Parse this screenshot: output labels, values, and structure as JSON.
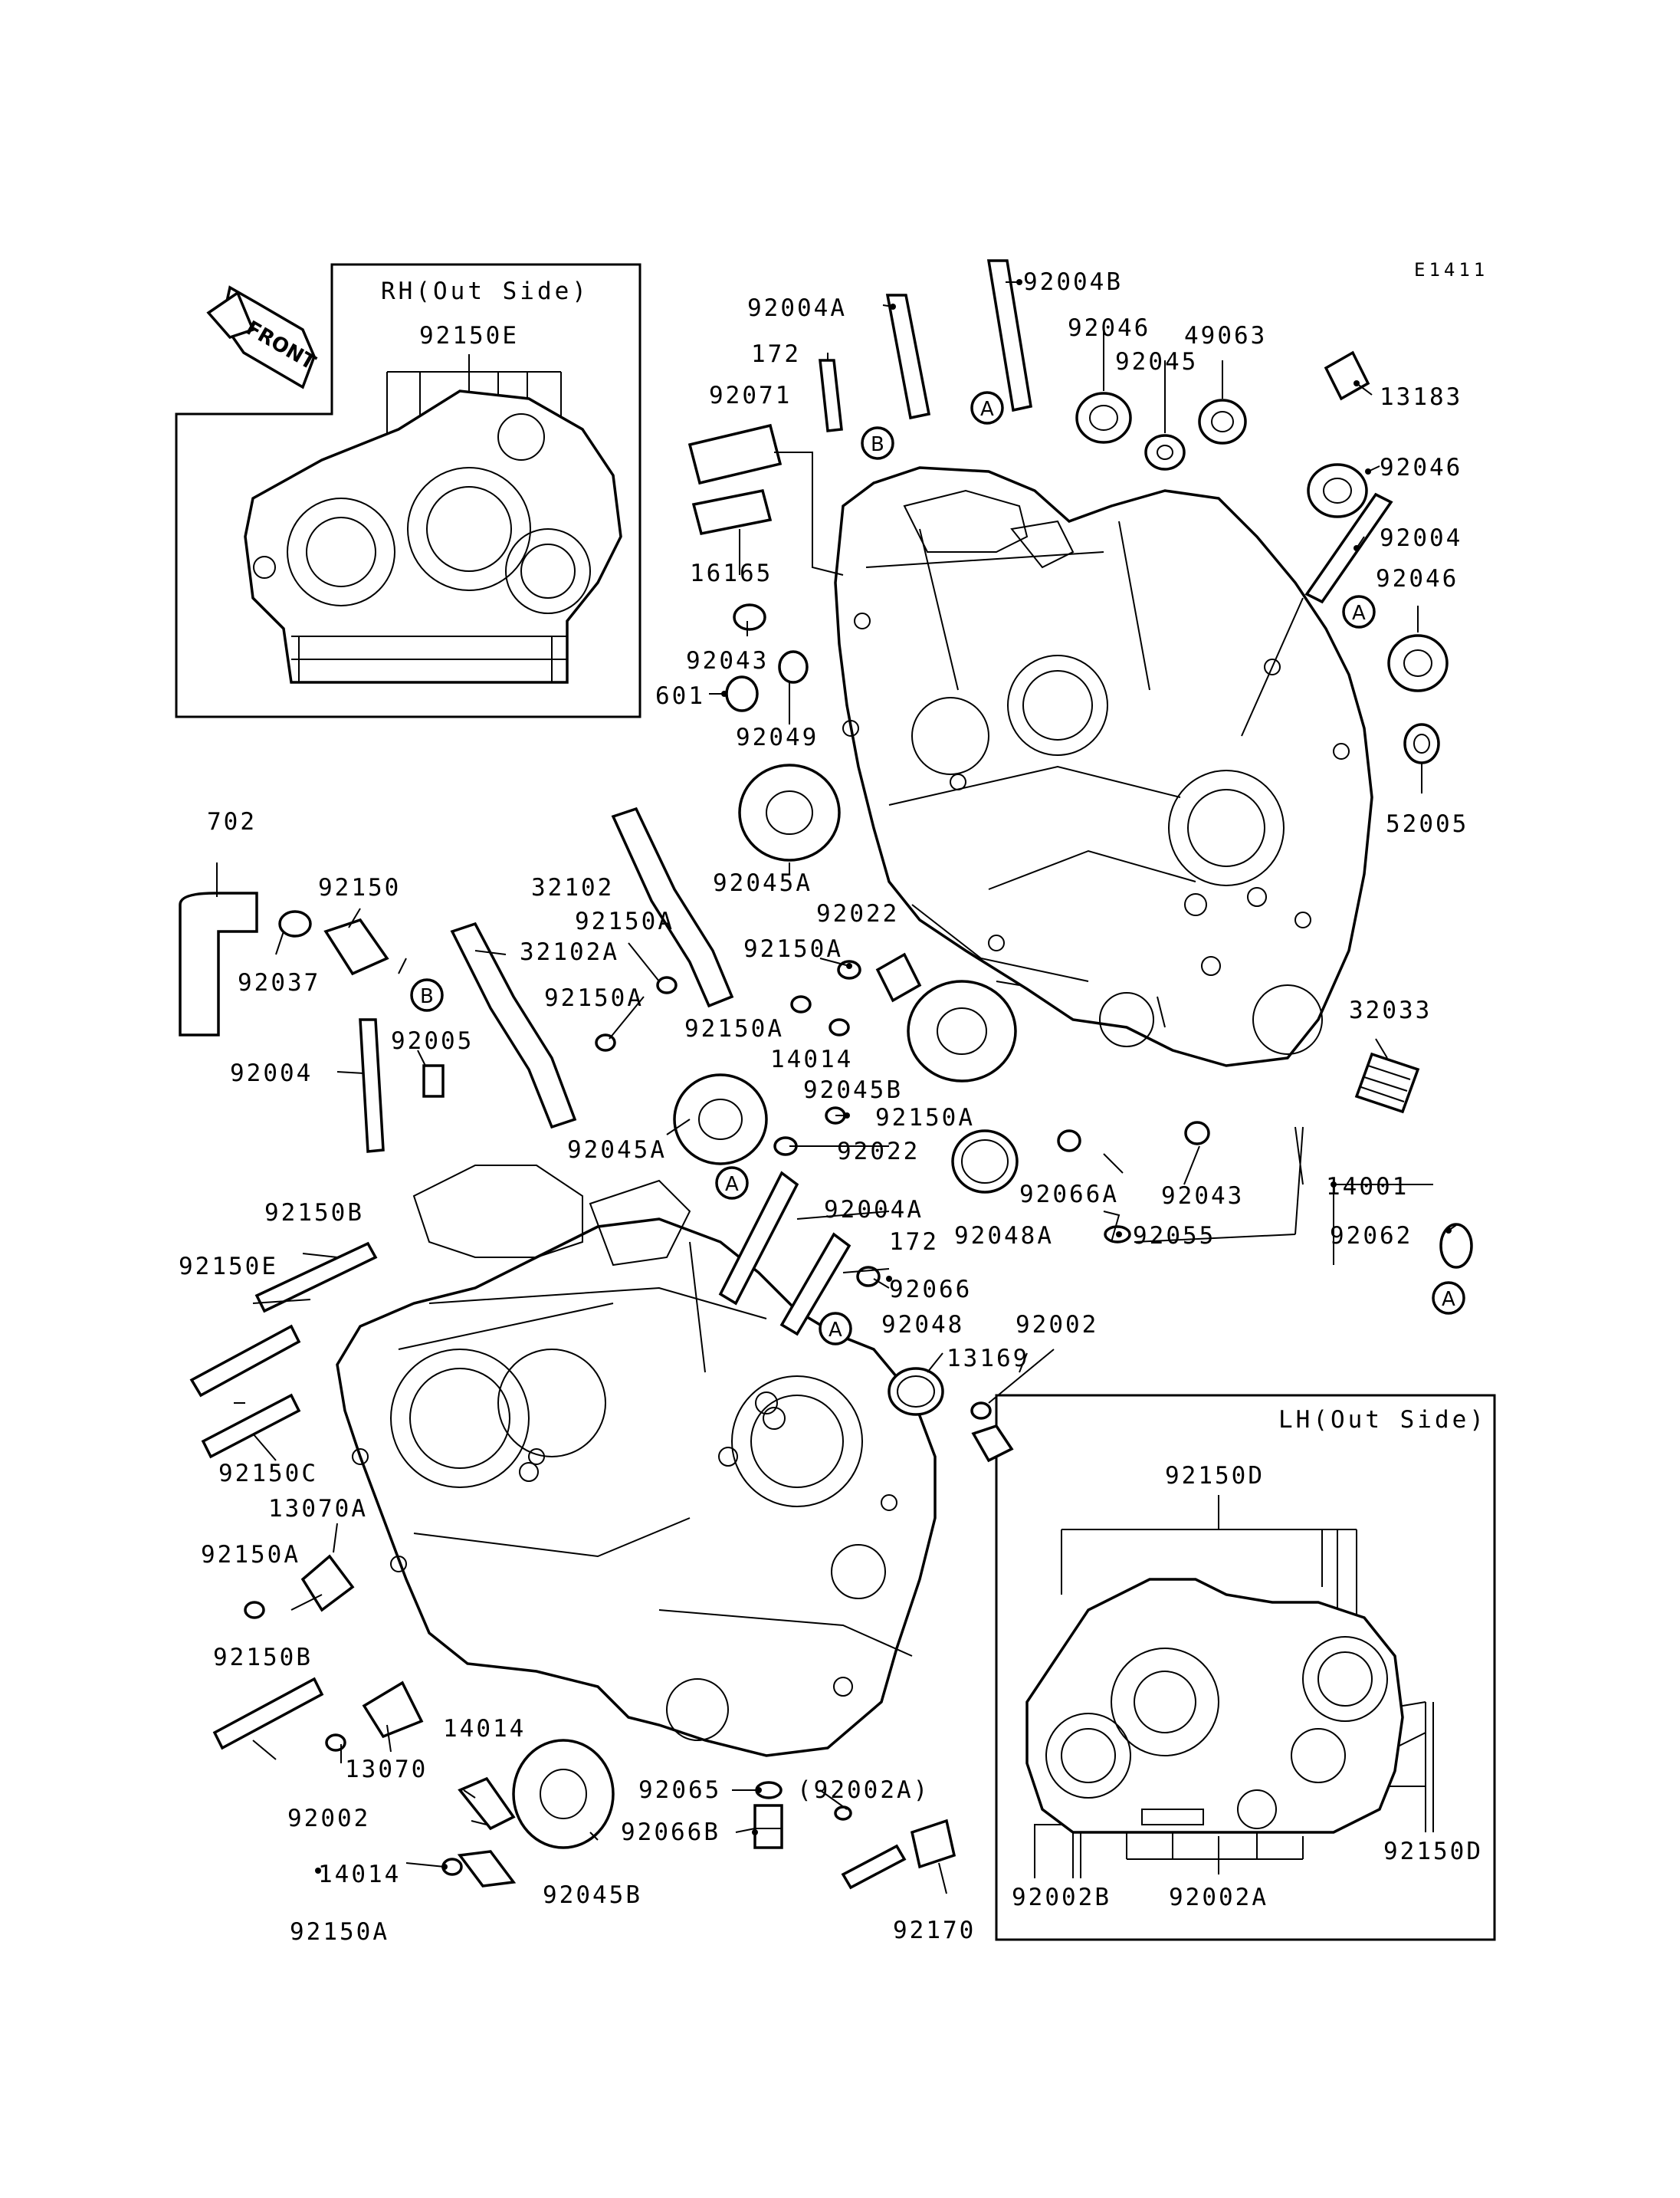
{
  "diagram_code": "E1411",
  "front_arrow_label": "FRONT",
  "insets": {
    "rh": {
      "title": "RH(Out Side)",
      "callout": "92150E"
    },
    "lh": {
      "title": "LH(Out Side)",
      "callouts": [
        "92150D",
        "92150D",
        "92002B",
        "92002A"
      ]
    }
  },
  "reference_markers": {
    "a": "A",
    "b": "B"
  },
  "part_labels": [
    "92004A",
    "92004B",
    "172",
    "92046",
    "49063",
    "92071",
    "92045",
    "13183",
    "92046",
    "92004",
    "16165",
    "92046",
    "92043",
    "601",
    "92049",
    "52005",
    "702",
    "32102",
    "92045A",
    "92150",
    "92150A",
    "92022",
    "32102A",
    "92037",
    "92150A",
    "92150A",
    "92150A",
    "32033",
    "92004",
    "92005",
    "14014",
    "92045B",
    "92150A",
    "92045A",
    "92022",
    "92004A",
    "92066A",
    "92043",
    "14001",
    "92150B",
    "92055",
    "92062",
    "92150E",
    "92048A",
    "172",
    "92066",
    "92048",
    "92002",
    "13169",
    "92150C",
    "13070A",
    "92150A",
    "92150B",
    "14014",
    "13070",
    "92065",
    "(92002A)",
    "92002",
    "92066B",
    "14014",
    "92045B",
    "92170",
    "92150A"
  ]
}
